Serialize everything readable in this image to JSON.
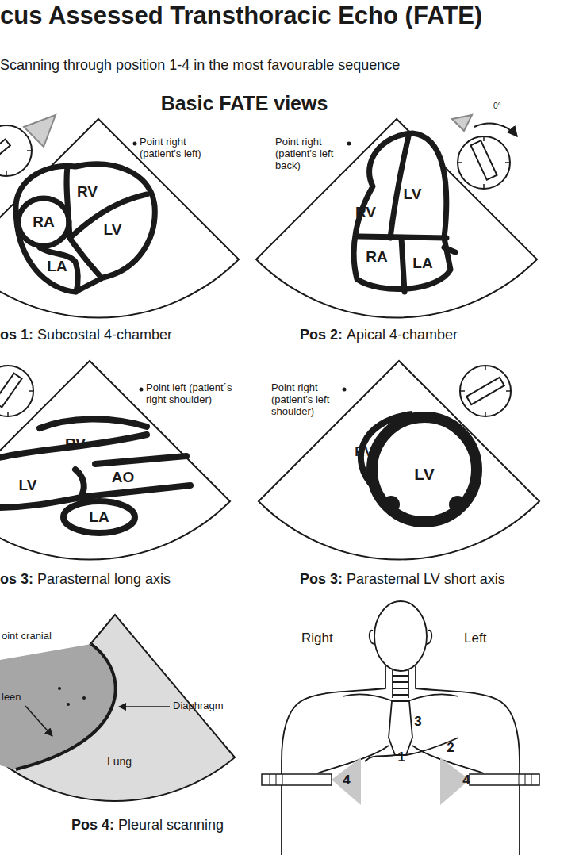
{
  "diagram": {
    "title": "cus Assessed Transthoracic Echo (FATE)",
    "labels": [
      "Scanning through position 1-4 in the most favourable sequence",
      "Basic FATE views",
      "Point right (patient's left)",
      "RV",
      "RA",
      "LV",
      "LA",
      "os 1:",
      "Subcostal 4-chamber",
      "Point right (patient's left back)",
      "0°",
      "LV",
      "RV",
      "RA",
      "LA",
      "Pos 2:",
      "Apical 4-chamber",
      "Point left (patient´s right shoulder)",
      "RV",
      "LV",
      "AO",
      "LA",
      "os 3:",
      "Parasternal long axis",
      "Point right (patient's left shoulder)",
      "RV",
      "LV",
      "Pos 3:",
      "Parasternal LV short axis",
      "oint cranial",
      "leen",
      "Diaphragm",
      "Lung",
      "Pos 4:",
      "Pleural scanning",
      "Right",
      "Left",
      "3",
      "1",
      "2",
      "4",
      "4"
    ]
  }
}
